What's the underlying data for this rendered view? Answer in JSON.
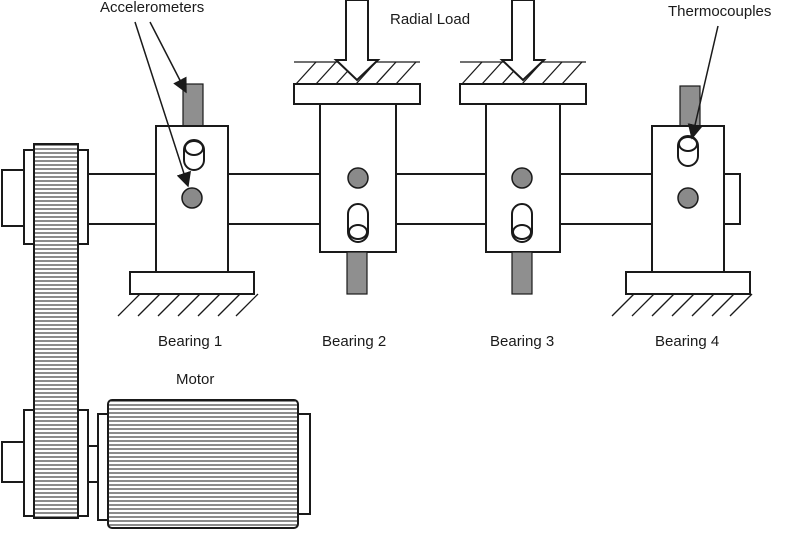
{
  "labels": {
    "accelerometers": "Accelerometers",
    "radial_load": "Radial Load",
    "thermocouples": "Thermocouples",
    "bearing_1": "Bearing 1",
    "bearing_2": "Bearing 2",
    "bearing_3": "Bearing 3",
    "bearing_4": "Bearing 4",
    "motor": "Motor"
  },
  "icons": {
    "load_arrow": "down-arrow-icon",
    "sensor_pointer": "pointer-arrow-icon"
  },
  "colors": {
    "line": "#1a1a1a",
    "sensor_fill": "#8a8a8a",
    "background": "#ffffff"
  }
}
